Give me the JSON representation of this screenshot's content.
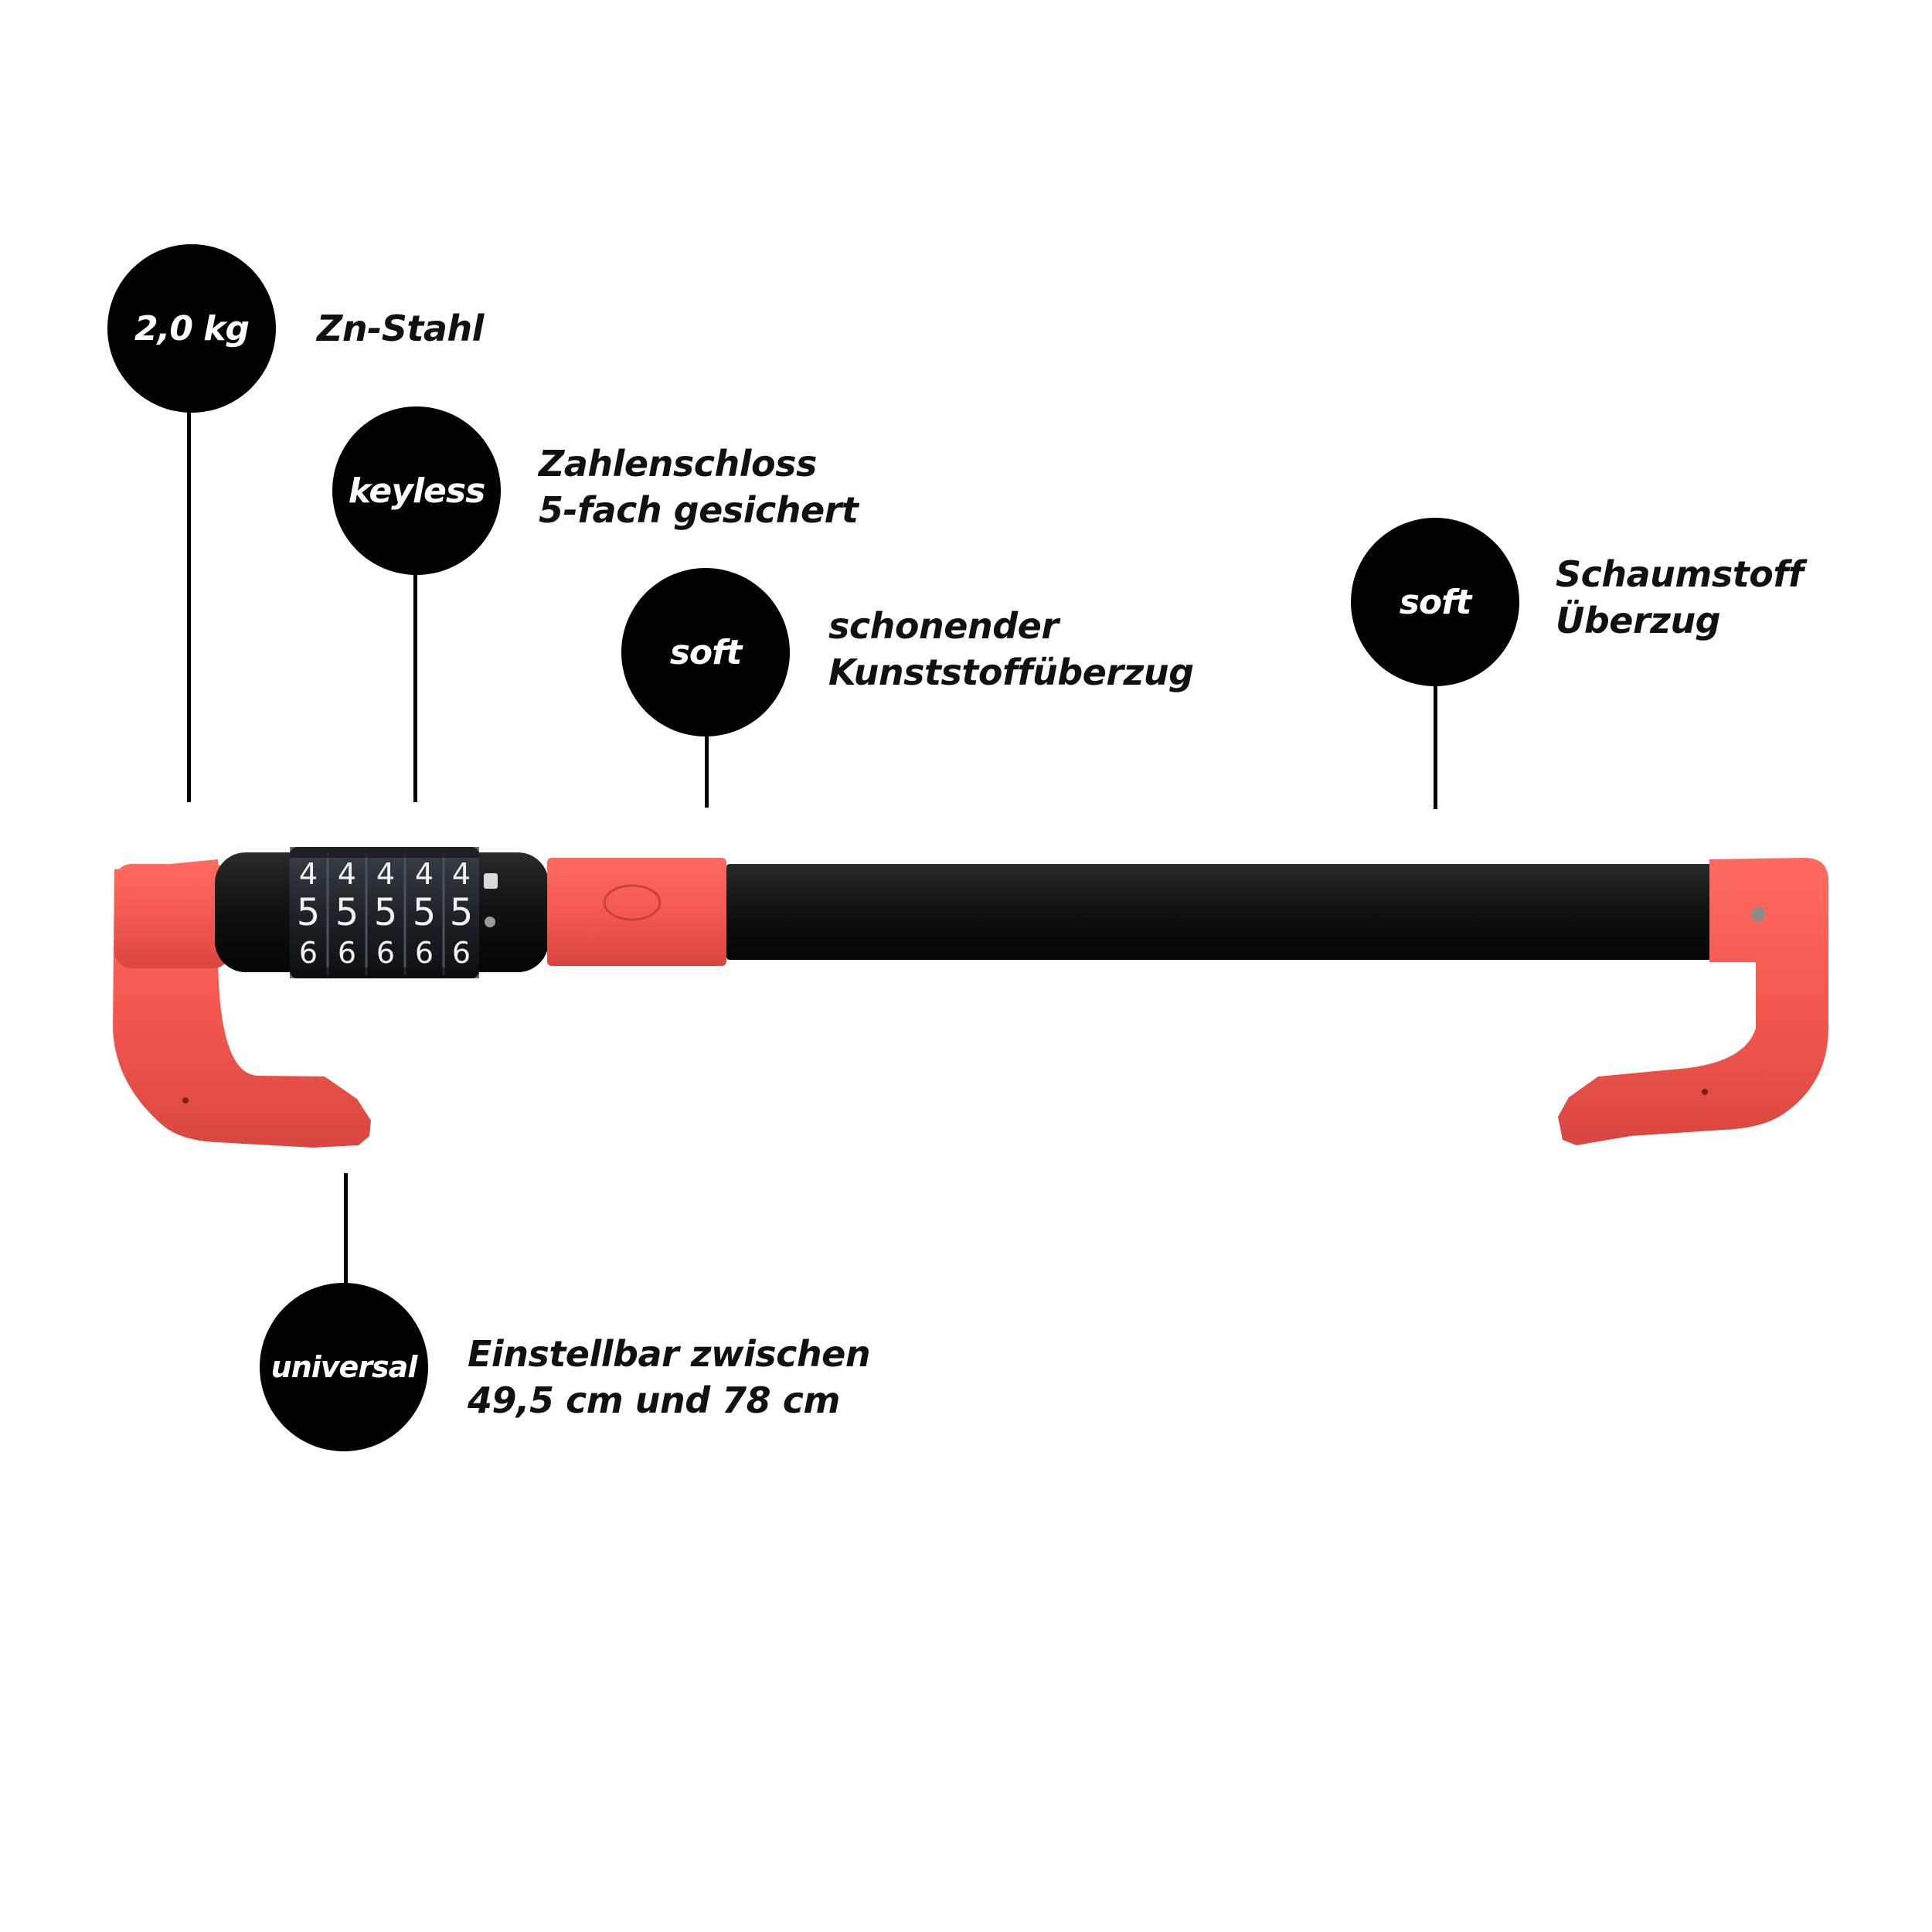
{
  "callouts": {
    "weight": {
      "badge": "2,0 kg",
      "lines": [
        "Zn-Stahl"
      ]
    },
    "keyless": {
      "badge": "keyless",
      "lines": [
        "Zahlenschloss",
        "5-fach gesichert"
      ]
    },
    "soft_grip": {
      "badge": "soft",
      "lines": [
        "schonender",
        "Kunststoffüberzug"
      ]
    },
    "soft_foam": {
      "badge": "soft",
      "lines": [
        "Schaumstoff",
        "Überzug"
      ]
    },
    "universal": {
      "badge": "universal",
      "lines": [
        "Einstellbar zwischen",
        "49,5 cm und 78 cm"
      ]
    }
  },
  "lock_dials": {
    "top_row": [
      "4",
      "4",
      "4",
      "4",
      "4"
    ],
    "middle_row": [
      "5",
      "5",
      "5",
      "5",
      "5"
    ],
    "bottom_row": [
      "6",
      "6",
      "6",
      "6",
      "6"
    ]
  },
  "colors": {
    "accent_red": "#f2574f",
    "bar_black": "#141414",
    "badge_black": "#000000"
  }
}
